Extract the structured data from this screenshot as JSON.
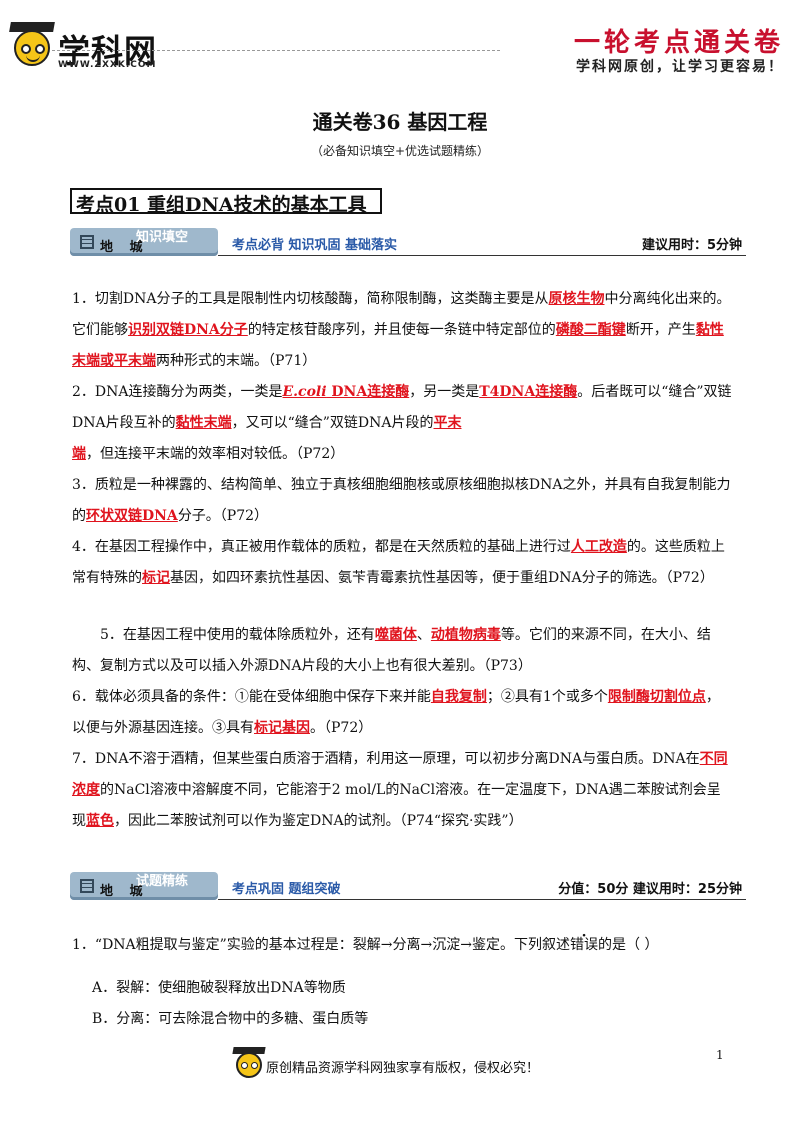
{
  "header": {
    "logo_text": "学科网",
    "logo_url": "WWW.ZXXK.COM",
    "brand_title": "一轮考点通关卷",
    "brand_sub": "学科网原创，让学习更容易！"
  },
  "doc": {
    "title": "通关卷36  基因工程",
    "subtitle": "（必备知识填空+优选试题精练）"
  },
  "section": {
    "heading": "考点01    重组DNA技术的基本工具"
  },
  "banner1": {
    "pill_main": "地  城",
    "pill_tag": "知识填空",
    "slogan": "考点必背  知识巩固  基础落实",
    "right": "建议用时：5分钟"
  },
  "banner2": {
    "pill_main": "地  城",
    "pill_tag": "试题精练",
    "slogan": "考点巩固  题组突破",
    "right": "分值：50分    建议用时：25分钟"
  },
  "paragraphs": {
    "p1": {
      "a": "1．切割DNA分子的工具是限制性内切核酸酶，简称限制酶，这类酶主要是从",
      "b": "原核生物",
      "c": "中分离纯化出来的。它们能够",
      "d": "识别双链DNA分子",
      "e": "的特定核苷酸序列，并且使每一条链中特定部位的",
      "f": "磷酸二酯键",
      "g": "断开，产生",
      "h": "黏性末端或平末端",
      "i": "两种形式的末端。（P71）"
    },
    "p2": {
      "a": "2．DNA连接酶分为两类，一类是",
      "b": "E.coli",
      "c": " DNA连接酶",
      "d": "，另一类是",
      "e": "T4DNA连接酶",
      "f": "。后者既可以“缝合”双链DNA片段互补的",
      "g": "黏性末端",
      "h": "，又可以“缝合”双链DNA片段的",
      "i": "平末端",
      "j": "，但连接平末端的效率相对较低。（P72）"
    },
    "p3": {
      "a": "3．质粒是一种裸露的、结构简单、独立于真核细胞细胞核或原核细胞拟核DNA之外，并具有自我复制能力的",
      "b": "环状双链DNA",
      "c": "分子。（P72）"
    },
    "p4": {
      "a": "4．在基因工程操作中，真正被用作载体的质粒，都是在天然质粒的基础上进行过",
      "b": "人工改造",
      "c": "的。这些质粒上常有特殊的",
      "d": "标记",
      "e": "基因，如四环素抗性基因、氨苄青霉素抗性基因等，便于重组DNA分子的筛选。（P72）"
    },
    "p5": {
      "a": "5．在基因工程中使用的载体除质粒外，还有",
      "b": "噬菌体",
      "c": "、",
      "d": "动植物病毒",
      "e": "等。它们的来源不同，在大小、结构、复制方式以及可以插入外源DNA片段的大小上也有很大差别。（P73）"
    },
    "p6": {
      "a": "6．载体必须具备的条件：①能在受体细胞中保存下来并能",
      "b": "自我复制",
      "c": "；②具有1个或多个",
      "d": "限制酶切割位点",
      "e": "，以便与外源基因连接。③具有",
      "f": "标记基因",
      "g": "。（P72）"
    },
    "p7": {
      "a": "7．DNA不溶于酒精，但某些蛋白质溶于酒精，利用这一原理，可以初步分离DNA与蛋白质。DNA在",
      "b": "不同浓度",
      "c": "的NaCl溶液中溶解度不同，它能溶于2 mol/L的NaCl溶液。在一定温度下，DNA遇二苯胺试剂会呈现",
      "d": "蓝色",
      "e": "，因此二苯胺试剂可以作为鉴定DNA的试剂。（P74“探究·实践”）"
    }
  },
  "question1": {
    "stem_a": "1．“DNA粗提取与鉴定”实验的基本过程是：裂解→分离→沉淀→鉴定。下列叙述",
    "stem_emph": "错误",
    "stem_b": "的是（    ）",
    "option_a": "A．裂解：使细胞破裂释放出DNA等物质",
    "option_b": "B．分离：可去除混合物中的多糖、蛋白质等"
  },
  "footer": {
    "text": "原创精品资源学科网独家享有版权，侵权必究！",
    "page": "1"
  }
}
